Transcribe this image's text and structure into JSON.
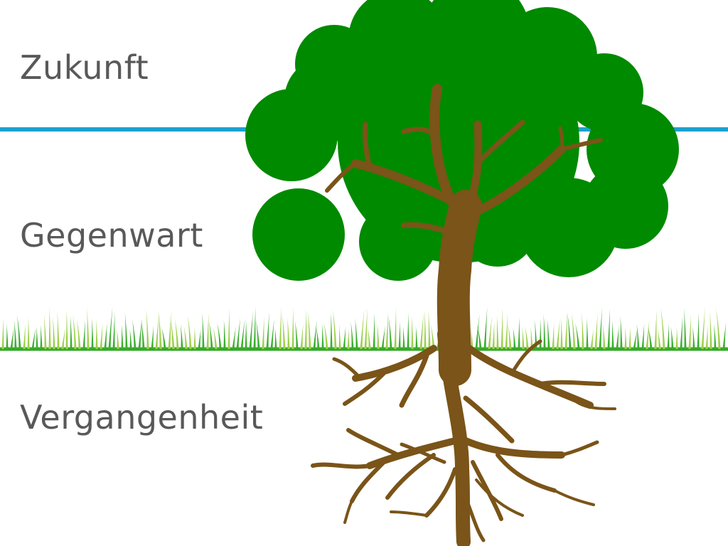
{
  "labels": {
    "future": "Zukunft",
    "present": "Gegenwart",
    "past": "Vergangenheit"
  },
  "colors": {
    "label_text": "#595959",
    "sky_line": "#1ba1cf",
    "ground_line": "#35a829",
    "grass_dark": "#3aae2e",
    "grass_light": "#9bd04a",
    "canopy": "#008a00",
    "trunk": "#7a5418",
    "background": "#ffffff"
  },
  "icons": {
    "tree": "tree-icon",
    "grass": "grass-icon",
    "roots": "roots-icon"
  }
}
